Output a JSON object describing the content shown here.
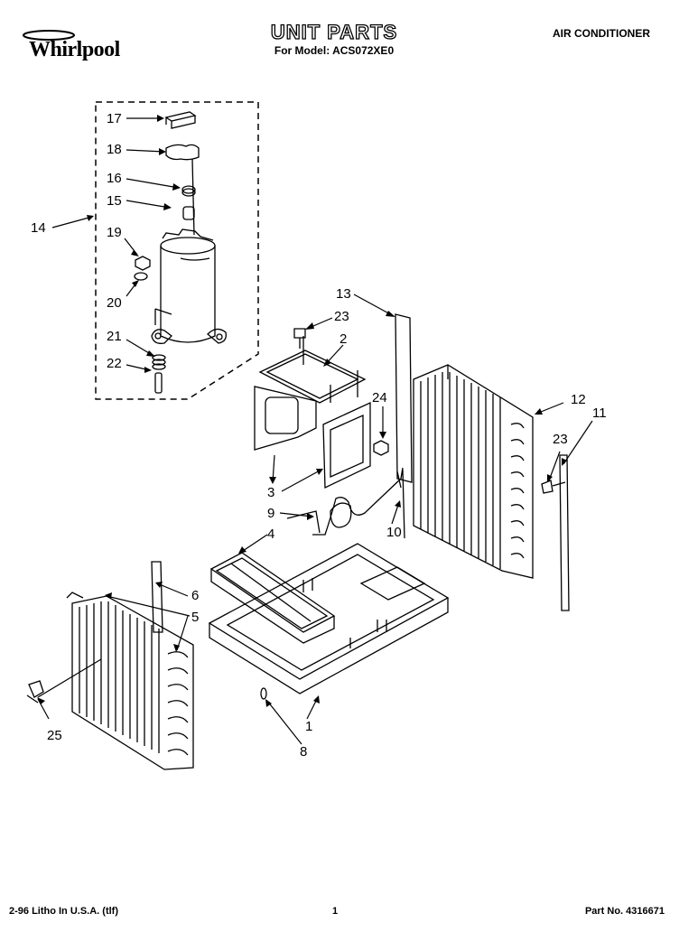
{
  "header": {
    "brand": "Whirlpool",
    "title": "UNIT PARTS",
    "model_line": "For Model: ACS072XE0",
    "product": "AIR CONDITIONER"
  },
  "footer": {
    "litho": "2-96 Litho In U.S.A. (tlf)",
    "page": "1",
    "part_no": "Part No. 4316671"
  },
  "callouts": [
    "17",
    "18",
    "16",
    "15",
    "14",
    "19",
    "20",
    "21",
    "22",
    "13",
    "23",
    "2",
    "24",
    "12",
    "11",
    "23",
    "3",
    "9",
    "10",
    "4",
    "6",
    "5",
    "25",
    "1",
    "8"
  ]
}
